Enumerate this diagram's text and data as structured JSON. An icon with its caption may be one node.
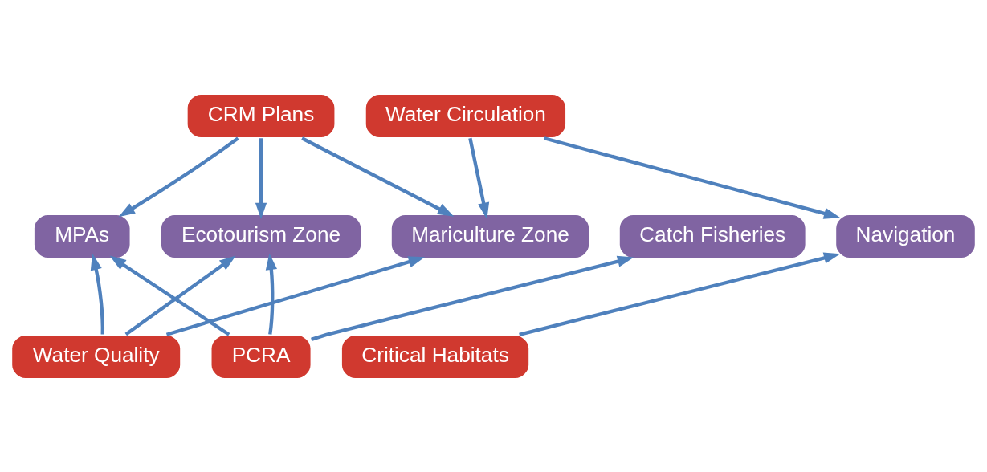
{
  "diagram": {
    "nodes": [
      {
        "text": [
          "CRM Plans"
        ]
      },
      {
        "text": [
          "Water Circulation"
        ]
      },
      {
        "text": [
          "MPAs"
        ]
      },
      {
        "text": [
          "Ecotourism Zone"
        ]
      },
      {
        "text": [
          "Mariculture Zone"
        ]
      },
      {
        "text": [
          "Catch Fisheries"
        ]
      },
      {
        "text": [
          "Navigation"
        ]
      },
      {
        "text": [
          "Water Quality"
        ]
      },
      {
        "text": [
          "PCRA"
        ]
      },
      {
        "text": [
          "Critical Habitats"
        ]
      }
    ],
    "edges": [
      {
        "from": 0,
        "to": 2,
        "arrow": "to"
      },
      {
        "from": 0,
        "to": 3,
        "arrow": "to"
      },
      {
        "from": 0,
        "to": 4,
        "arrow": "to"
      },
      {
        "from": 1,
        "to": 4,
        "arrow": "to"
      },
      {
        "from": 1,
        "to": 6,
        "arrow": "to"
      },
      {
        "from": 7,
        "to": 2,
        "arrow": "to"
      },
      {
        "from": 7,
        "to": 3,
        "arrow": "to"
      },
      {
        "from": 7,
        "to": 4,
        "arrow": "to"
      },
      {
        "from": 8,
        "to": 3,
        "arrow": "to"
      },
      {
        "from": 8,
        "to": 5,
        "arrow": "to"
      },
      {
        "from": 8,
        "to": 2,
        "arrow": "to"
      },
      {
        "from": 9,
        "to": 6,
        "arrow": "to"
      }
    ]
  }
}
